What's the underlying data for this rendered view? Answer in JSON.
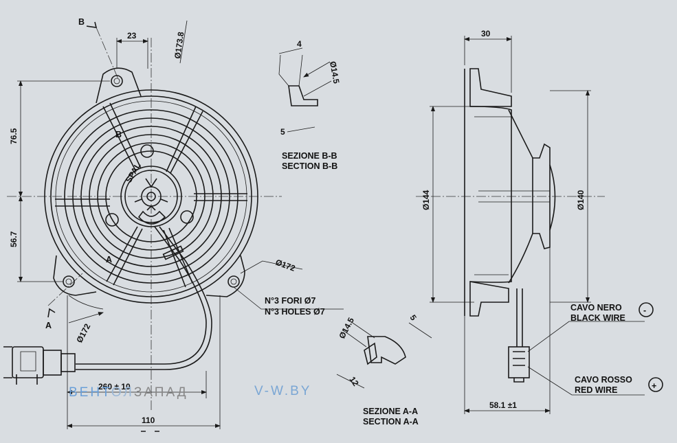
{
  "dimensions": {
    "front_offset": "23",
    "front_dia_bolt": "Ø173.8",
    "front_upper": "76.5",
    "front_lower": "56.7",
    "front_dia_hole_circle": "Ø172",
    "front_dia_bottom": "Ø172",
    "cable_length": "260 ± 10",
    "front_width": "110",
    "side_depth": "30",
    "side_dia_144": "Ø144",
    "side_dia_140": "Ø140",
    "side_total_depth": "58.1 ±1",
    "bb_dim_4": "4",
    "bb_dia": "Ø14.5",
    "bb_dim_5": "5",
    "aa_dia": "Ø14.5",
    "aa_dim_5": "5",
    "aa_dim_12": "12"
  },
  "labels": {
    "section_b_it": "SEZIONE B-B",
    "section_b_en": "SECTION B-B",
    "section_a_it": "SEZIONE A-A",
    "section_a_en": "SECTION A-A",
    "holes_it": "N°3 FORI Ø7",
    "holes_en": "N°3 HOLES Ø7",
    "black_it": "CAVO NERO",
    "black_en": "BLACK WIRE",
    "red_it": "CAVO ROSSO",
    "red_en": "RED WIRE",
    "minus": "-",
    "plus": "+",
    "cut_a": "A",
    "cut_a2": "A",
    "cut_b": "B",
    "cut_b2": "B",
    "hub_brand": "SPAL"
  },
  "watermark": {
    "part1": "ВЕНТ",
    "part2": "ОЛ",
    "part3": "ЗАПАД",
    "site": "V-W.BY"
  },
  "colors": {
    "background": "#d9dde1",
    "line": "#1a1a1a",
    "watermark_blue": "#6a9fd8",
    "watermark_grey": "#888888"
  }
}
